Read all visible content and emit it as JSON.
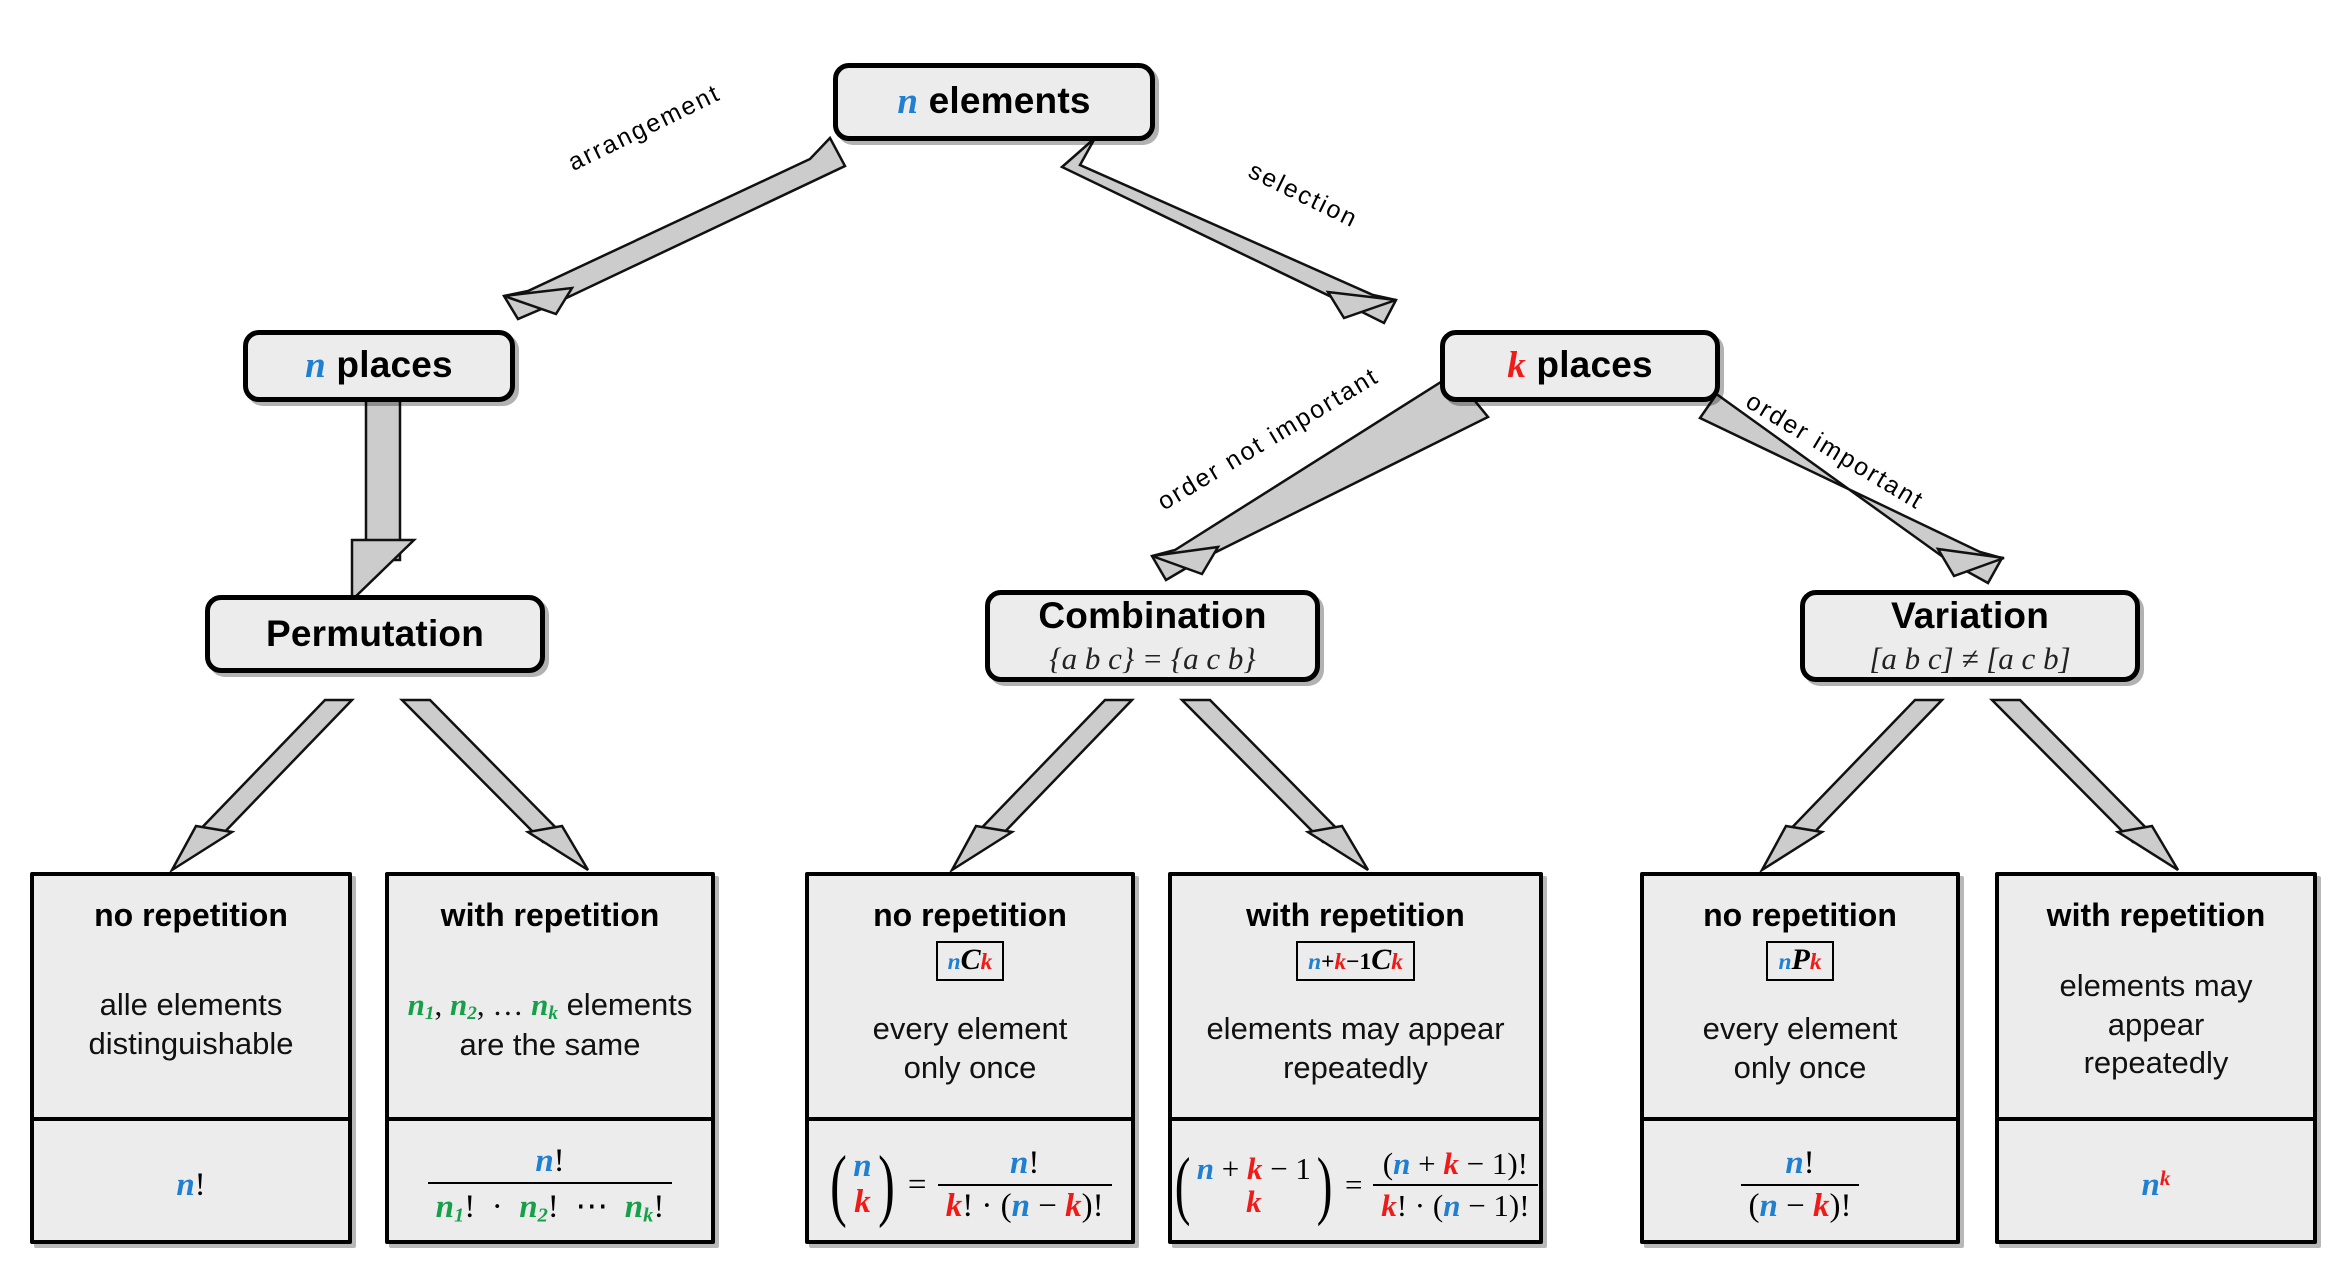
{
  "diagram": {
    "title": "Combinatorics decision tree",
    "colors": {
      "n": "#1f7fd0",
      "k": "#ee1b19",
      "green": "#17a04a",
      "box_fill": "#ececec",
      "arrow_fill": "#cccccc",
      "stroke": "#000000"
    }
  },
  "nodes": {
    "root": {
      "var": "n",
      "label": "elements"
    },
    "places_n": {
      "var": "n",
      "label": "places"
    },
    "places_k": {
      "var": "k",
      "label": "places"
    },
    "permutation": {
      "title": "Permutation",
      "sub": ""
    },
    "combination": {
      "title": "Combination",
      "sub": "{a b c} = {a c b}"
    },
    "variation": {
      "title": "Variation",
      "sub": "[a b c] ≠ [a c b]"
    }
  },
  "edges": {
    "arrangement": "arrangement",
    "selection": "selection",
    "order_not_important": "order not important",
    "order_important": "order important"
  },
  "cards": [
    {
      "id": "perm-no-rep",
      "header": "no repetition",
      "notation": "",
      "description": "alle elements\ndistinguishable",
      "formula": "n!"
    },
    {
      "id": "perm-with-rep",
      "header": "with repetition",
      "notation": "",
      "description": "n1, n2, … nk elements\nare the same",
      "formula": "n! / (n1! · n2! ⋯ nk!)"
    },
    {
      "id": "comb-no-rep",
      "header": "no repetition",
      "notation": "nCk",
      "description": "every element\nonly once",
      "formula": "(n over k) = n! / (k! · (n − k)!)"
    },
    {
      "id": "comb-with-rep",
      "header": "with repetition",
      "notation": "n+k−1Ck",
      "description": "elements may appear\nrepeatedly",
      "formula": "(n + k − 1 over k) = (n + k − 1)! / (k! · (n − 1)!)"
    },
    {
      "id": "var-no-rep",
      "header": "no repetition",
      "notation": "nPk",
      "description": "every element\nonly once",
      "formula": "n! / (n − k)!"
    },
    {
      "id": "var-with-rep",
      "header": "with repetition",
      "notation": "",
      "description": "elements may appear\nrepeatedly",
      "formula": "n^k"
    }
  ],
  "symbols": {
    "n": "n",
    "k": "k",
    "fact": "!",
    "C": "C",
    "P": "P",
    "n1": "n",
    "n2": "n",
    "nk": "n",
    "one": "1",
    "minus": "−",
    "plus": "+",
    "dot": "·",
    "ldots": "⋯",
    "eq": "=",
    "lparen": "(",
    "rparen": ")",
    "ellipsis": "…",
    "comma": ","
  }
}
